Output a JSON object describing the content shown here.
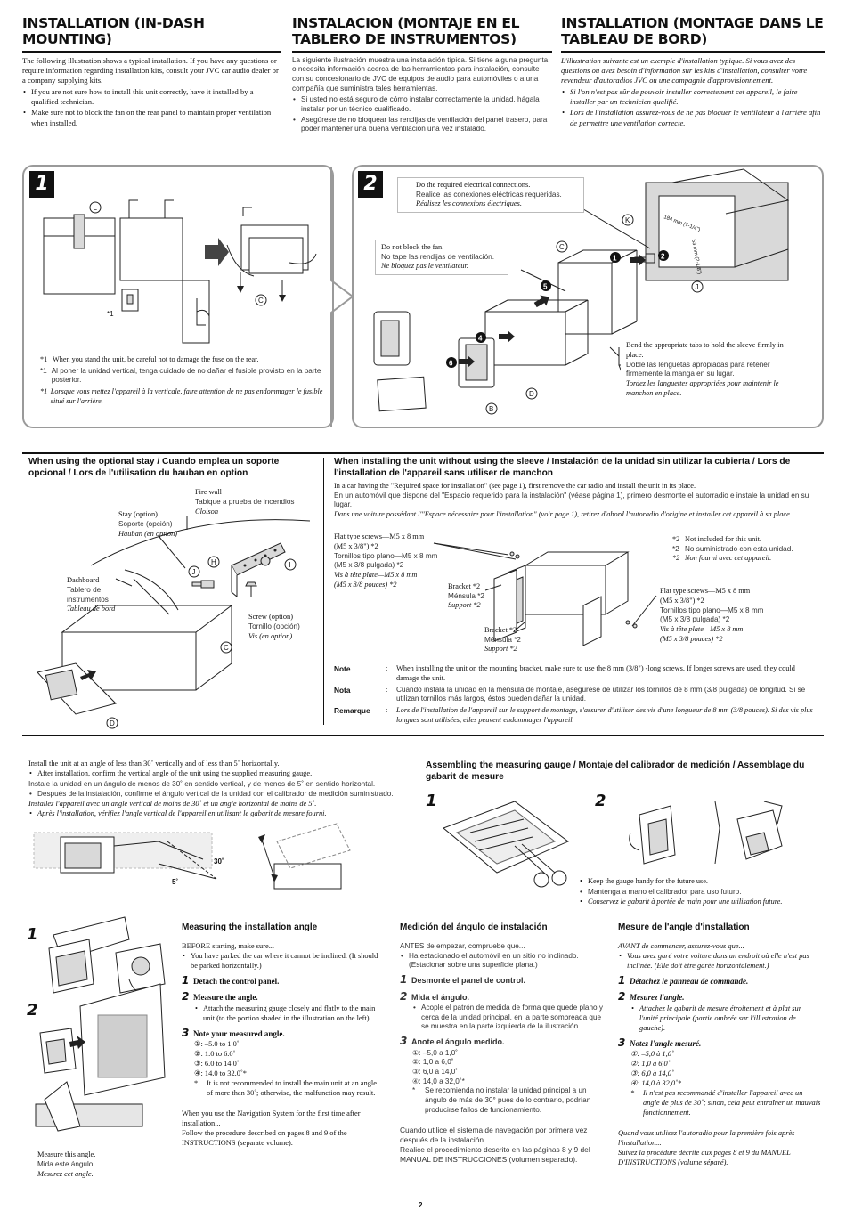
{
  "header": {
    "en_title": "INSTALLATION (IN-DASH MOUNTING)",
    "en_intro": "The following illustration shows a typical installation. If you have any questions or require information regarding installation kits, consult your JVC car audio dealer or a company supplying kits.",
    "en_b1": "If you are not sure how to install this unit correctly, have it installed by a qualified technician.",
    "en_b2": "Make sure not to block the fan on the rear panel to maintain proper ventilation when installed.",
    "es_title": "INSTALACION (MONTAJE EN EL TABLERO DE INSTRUMENTOS)",
    "es_intro": "La siguiente ilustración muestra una instalación típica. Si tiene alguna pregunta o necesita información acerca de las herramientas para instalación, consulte con su concesionario de JVC de equipos de audio para automóviles o a una compañía que suministra tales herramientas.",
    "es_b1": "Si usted no está seguro de cómo instalar correctamente la unidad, hágala instalar por un técnico cualificado.",
    "es_b2": "Asegúrese de no bloquear las rendijas de ventilación del panel trasero, para poder mantener una buena ventilación una vez instalado.",
    "fr_title": "INSTALLATION (MONTAGE DANS LE TABLEAU DE BORD)",
    "fr_intro": "L'illustration suivante est un exemple d'installation typique. Si vous avez des questions ou avez besoin d'information sur les kits d'installation, consulter votre revendeur d'autoradios JVC ou une compagnie d'approvisionnement.",
    "fr_b1": "Si l'on n'est pas sûr de pouvoir installer correctement cet appareil, le faire installer par un technicien qualifié.",
    "fr_b2": "Lors de l'installation assurez-vous de ne pas bloquer le ventilateur à l'arrière afin de permettre une ventilation correcte."
  },
  "step1": {
    "badge": "1",
    "ref_l": "L",
    "ref_c": "C",
    "ref_star": "*1",
    "note_mark": "*1",
    "note_en": "When you stand the unit, be careful not to damage the fuse on the rear.",
    "note_es": "Al poner la unidad vertical, tenga cuidado de no dañar el fusible provisto en la parte posterior.",
    "note_fr": "Lorsque vous mettez l'appareil à la verticale, faire attention de ne pas endommager le fusible situé sur l'arrière."
  },
  "step2": {
    "badge": "2",
    "c3_num": "3",
    "c3_en": "Do the required electrical connections.",
    "c3_es": "Realice las conexiones eléctricas requeridas.",
    "c3_fr": "Réalisez les connexions électriques.",
    "fan_en": "Do not block the fan.",
    "fan_es": "No tape las rendijas de ventilación.",
    "fan_fr": "Ne bloquez pas le ventilateur.",
    "bend_en": "Bend the appropriate tabs to hold the sleeve firmly in place.",
    "bend_es": "Doble las lengüetas apropiadas para retener firmemente la manga en su lugar.",
    "bend_fr": "Tordez les languettes appropriées pour maintenir le manchon en place.",
    "n1": "1",
    "n2": "2",
    "n4": "4",
    "n5": "5",
    "n6": "6",
    "ref_k": "K",
    "ref_c": "C",
    "ref_j": "J",
    "ref_d": "D",
    "ref_b": "B",
    "dash_184": "184 mm (7-1/4\")",
    "dash_53": "53 mm (2-1/8\")"
  },
  "stay": {
    "title": "When using the optional stay / Cuando emplea un soporte opcional / Lors de l'utilisation du hauban en option",
    "firewall_en": "Fire wall",
    "firewall_es": "Tabique a prueba de incendios",
    "firewall_fr": "Cloison",
    "stay_en": "Stay (option)",
    "stay_es": "Soporte (opción)",
    "stay_fr": "Hauban (en option)",
    "dash_en": "Dashboard",
    "dash_es": "Tablero de",
    "dash_es2": "instrumentos",
    "dash_fr": "Tableau de bord",
    "screw_en": "Screw (option)",
    "screw_es": "Tornillo (opción)",
    "screw_fr": "Vis (en option)",
    "ref_j": "J",
    "ref_h": "H",
    "ref_i": "I",
    "ref_c": "C",
    "ref_d": "D"
  },
  "nosleeve": {
    "title": "When installing the unit without using the sleeve / Instalación de la unidad sin utilizar la cubierta / Lors de l'installation de l'appareil sans utiliser de manchon",
    "intro_en": "In a car having the \"Required space for installation\" (see page 1), first remove the car radio and install the unit in its place.",
    "intro_es": "En un automóvil que dispone del \"Espacio requerido para la instalación\" (véase página 1), primero desmonte el autorradio e instale la unidad en su lugar.",
    "intro_fr": "Dans une voiture possédant l'\"Espace nécessaire pour l'installation\" (voir page 1), retirez d'abord l'autoradio d'origine et installer cet appareil à sa place.",
    "fs1_en": "Flat type screws—M5 x 8 mm",
    "fs1_en2": "(M5 x 3/8\") *2",
    "fs1_es": "Tornillos tipo plano—M5 x 8 mm",
    "fs1_es2": "(M5 x 3/8 pulgada) *2",
    "fs1_fr": "Vis à tête plate—M5 x 8 mm",
    "fs1_fr2": "(M5 x 3/8 pouces) *2",
    "br1_en": "Bracket *2",
    "br1_es": "Ménsula *2",
    "br1_fr": "Support *2",
    "br2_en": "Bracket *2",
    "br2_es": "Ménsula *2",
    "br2_fr": "Support *2",
    "fs2_en": "Flat type screws—M5 x 8 mm",
    "fs2_en2": "(M5 x 3/8\") *2",
    "fs2_es": "Tornillos tipo plano—M5 x 8 mm",
    "fs2_es2": "(M5 x 3/8 pulgada) *2",
    "fs2_fr": "Vis à tête plate—M5 x 8 mm",
    "fs2_fr2": "(M5 x 3/8 pouces) *2",
    "n2_mark": "*2",
    "n2_en": "Not included for this unit.",
    "n2_es": "No suministrado con esta unidad.",
    "n2_fr": "Non fourni avec cet appareil.",
    "note_label": "Note",
    "nota_label": "Nota",
    "rem_label": "Remarque",
    "colon": ":",
    "note_en": "When installing the unit on the mounting bracket, make sure to use the 8 mm (3/8\") -long screws. If longer screws are used, they could damage the unit.",
    "note_es": "Cuando instala la unidad en la ménsula de montaje, asegúrese de utilizar los tornillos de 8 mm (3/8 pulgada) de longitud. Si se utilizan tornillos más largos, éstos pueden dañar la unidad.",
    "note_fr": "Lors de l'installation de l'appareil sur le support de montage, s'assurer d'utiliser des vis d'une longueur de 8 mm (3/8 pouces). Si des vis plus longues sont utilisées, elles peuvent endommager l'appareil."
  },
  "angle": {
    "en1": "Install the unit at an angle of less than 30˚ vertically and of less than 5˚ horizontally.",
    "en_b": "After installation, confirm the vertical angle of the unit using the supplied measuring gauge.",
    "es1": "Instale la unidad en un ángulo de menos de 30˚ en sentido vertical, y de menos de 5˚ en sentido horizontal.",
    "es_b": "Después de la instalación, confirme el ángulo vertical de la unidad con el calibrador de medición suministrado.",
    "fr1": "Installez l'appareil avec un angle vertical de moins de 30˚ et un angle horizontal de moins de 5˚.",
    "fr_b": "Après l'installation, vérifiez l'angle vertical de l'appareil en utilisant le gabarit de mesure fourni.",
    "deg30": "30˚",
    "deg5": "5˚"
  },
  "gauge": {
    "title": "Assembling the measuring gauge / Montaje del calibrador de medición / Assemblage du gabarit de mesure",
    "s1": "1",
    "s2": "2",
    "keep_en": "Keep the gauge handy for the future use.",
    "keep_es": "Mantenga a mano el calibrador para uso futuro.",
    "keep_fr": "Conservez le gabarit à portée de main pour une utilisation future."
  },
  "measure_left": {
    "s1": "1",
    "s2": "2",
    "cap_en": "Measure this angle.",
    "cap_es": "Mida este ángulo.",
    "cap_fr": "Mesurez cet angle."
  },
  "m_en": {
    "title": "Measuring the installation angle",
    "before": "BEFORE starting, make sure...",
    "b1": "You have parked the car where it cannot be inclined. (It should be parked horizontally.)",
    "s1n": "1",
    "s1": "Detach the control panel.",
    "s2n": "2",
    "s2": "Measure the angle.",
    "s2b": "Attach the measuring gauge closely and flatly to the main unit (to the portion shaded in the illustration on the left).",
    "s3n": "3",
    "s3": "Note your measured angle.",
    "r1": "①: –5.0 to 1.0˚",
    "r2": "②: 1.0 to 6.0˚",
    "r3": "③: 6.0 to 14.0˚",
    "r4": "④: 14.0 to 32.0˚*",
    "star": "*",
    "warn": "It is not recommended to install the main unit at an angle of more than 30˚; otherwise, the malfunction may result.",
    "foot1": "When you use the Navigation System for the first time after installation...",
    "foot2": "Follow the procedure described on pages 8 and 9 of the INSTRUCTIONS (separate volume)."
  },
  "m_es": {
    "title": "Medición del ángulo de instalación",
    "before": "ANTES de empezar, compruebe que...",
    "b1": "Ha estacionado el automóvil en un sitio no inclinado. (Estacionar sobre una superficie plana.)",
    "s1n": "1",
    "s1": "Desmonte el panel de control.",
    "s2n": "2",
    "s2": "Mida el ángulo.",
    "s2b": "Acople el patrón de medida de forma que quede plano y cerca de la unidad principal, en la parte sombreada que se muestra en la parte izquierda de la ilustración.",
    "s3n": "3",
    "s3": "Anote el ángulo medido.",
    "r1": "①: –5,0 a 1,0˚",
    "r2": "②: 1,0 a 6,0˚",
    "r3": "③: 6,0 a 14,0˚",
    "r4": "④: 14,0 a 32,0˚*",
    "star": "*",
    "warn": "Se recomienda no instalar la unidad principal a un ángulo de más de 30° pues de lo contrario, podrían producirse fallos de funcionamiento.",
    "foot1": "Cuando utilice el sistema de navegación por primera vez después de la instalación...",
    "foot2": "Realice el procedimiento descrito en las páginas 8 y 9 del MANUAL DE INSTRUCCIONES (volumen separado)."
  },
  "m_fr": {
    "title": "Mesure de l'angle d'installation",
    "before": "AVANT de commencer, assurez-vous que...",
    "b1": "Vous avez garé votre voiture dans un endroit où elle n'est pas inclinée. (Elle doit être garée horizontalement.)",
    "s1n": "1",
    "s1": "Détachez le panneau de commande.",
    "s2n": "2",
    "s2": "Mesurez l'angle.",
    "s2b": "Attachez le gabarit de mesure étroitement et à plat sur l'unité principale (partie ombrée sur l'illustration de gauche).",
    "s3n": "3",
    "s3": "Notez l'angle mesuré.",
    "r1": "①: –5,0 à 1,0˚",
    "r2": "②: 1,0 à 6,0˚",
    "r3": "③: 6,0 à 14,0˚",
    "r4": "④: 14,0 à 32,0˚*",
    "star": "*",
    "warn": "Il n'est pas recommandé d'installer l'appareil avec un angle de plus de 30˚; sinon, cela peut entraîner un mauvais fonctionnement.",
    "foot1": "Quand vous utilisez l'autoradio pour la première fois après l'installation...",
    "foot2": "Suivez la procédure décrite aux pages 8 et 9 du MANUEL D'INSTRUCTIONS (volume séparé)."
  },
  "page_number": "2"
}
